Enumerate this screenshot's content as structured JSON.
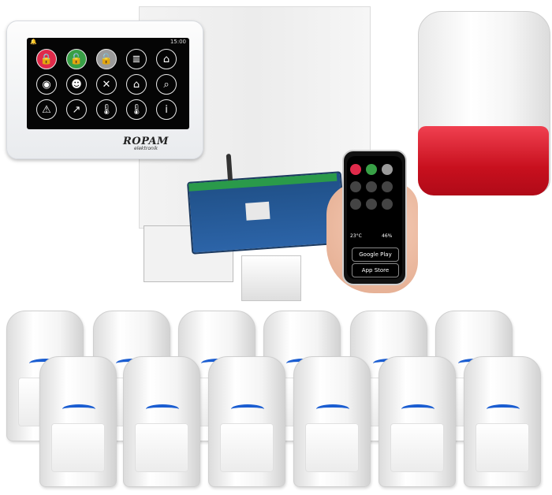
{
  "keypad": {
    "time": "15:00",
    "brand": "ROPAM",
    "brand_sub": "elektronik",
    "icons": [
      "lock-red",
      "lock-green",
      "lock-gray",
      "list",
      "home",
      "camera",
      "users",
      "tools",
      "home-settings",
      "search",
      "warning",
      "chart-ai",
      "thermo",
      "thermo-plus",
      "info"
    ]
  },
  "phone": {
    "temp": "23°C",
    "humidity": "46%",
    "google_play": "Google Play",
    "app_store": "App Store"
  },
  "colors": {
    "siren_red": "#d3162a",
    "pcb_blue": "#2c64a8",
    "pir_lens": "#1a5dd1"
  }
}
